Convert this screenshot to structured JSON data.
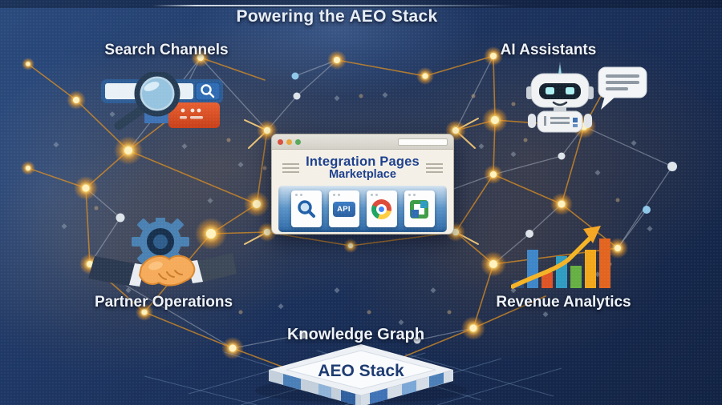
{
  "header": {
    "title": "Powering the AEO Stack"
  },
  "quadrants": {
    "search_channels": {
      "label": "Search Channels",
      "icon": "search-bar-magnifier-icon"
    },
    "ai_assistants": {
      "label": "AI Assistants",
      "icon": "robot-icon"
    },
    "partner_operations": {
      "label": "Partner Operations",
      "icon": "handshake-gear-icon"
    },
    "revenue_analytics": {
      "label": "Revenue Analytics",
      "icon": "bar-chart-growth-icon"
    }
  },
  "center": {
    "heading_line1": "Integration Pages",
    "heading_line2": "Marketplace",
    "tiles": [
      {
        "icon": "magnifier-tile-icon"
      },
      {
        "icon": "api-tile-badge",
        "label": "API"
      },
      {
        "icon": "pinwheel-logo-tile-icon"
      },
      {
        "icon": "square-frame-logo-tile-icon"
      }
    ]
  },
  "bottom": {
    "knowledge_graph_label": "Knowledge Graph",
    "platform_label": "AEO Stack"
  },
  "colors": {
    "background_navy": "#1c3560",
    "network_orange": "#e0901e",
    "node_glow_yellow": "#ffd263",
    "heading_blue": "#1c3f8e",
    "label_white": "#eef2f8",
    "panel_blue": "#3c78b4",
    "snippet_red": "#d94f1e"
  }
}
